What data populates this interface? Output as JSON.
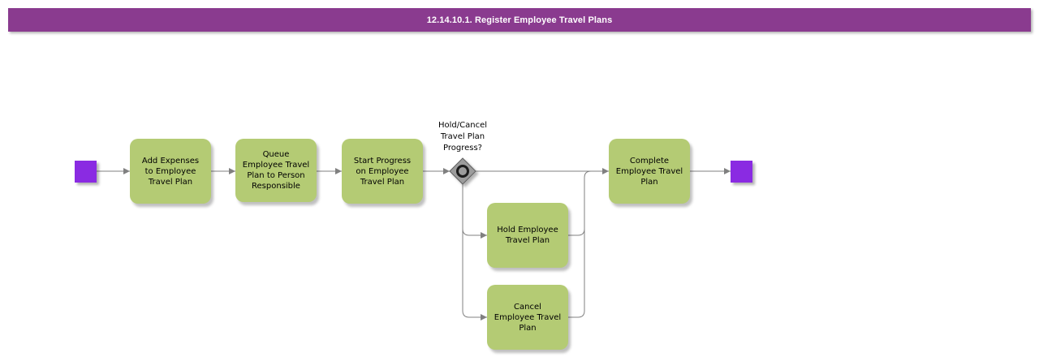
{
  "title_bar": {
    "label": "12.14.10.1. Register Employee Travel Plans"
  },
  "colors": {
    "title-bar": "#8a3b8f",
    "title-text": "#ffffff",
    "task-fill": "#b4cb74",
    "event-fill": "#8a2be2",
    "connector": "#808080",
    "gateway-fill": "#9c9c9c",
    "gateway-stroke": "#606060",
    "gateway-ring": "#1a1a1a",
    "node-text": "#000000"
  },
  "process": {
    "start_event": {
      "name": "start"
    },
    "end_event": {
      "name": "end"
    },
    "tasks": [
      {
        "id": "add-expenses",
        "label": "Add Expenses\nto Employee\nTravel Plan"
      },
      {
        "id": "queue",
        "label": "Queue\nEmployee Travel\nPlan to Person\nResponsible"
      },
      {
        "id": "start-progress",
        "label": "Start Progress\non Employee\nTravel Plan"
      },
      {
        "id": "complete",
        "label": "Complete\nEmployee Travel\nPlan"
      },
      {
        "id": "hold",
        "label": "Hold Employee\nTravel Plan"
      },
      {
        "id": "cancel",
        "label": "Cancel\nEmployee Travel\nPlan"
      }
    ],
    "gateway": {
      "label": "Hold/Cancel\nTravel Plan\nProgress?"
    }
  }
}
